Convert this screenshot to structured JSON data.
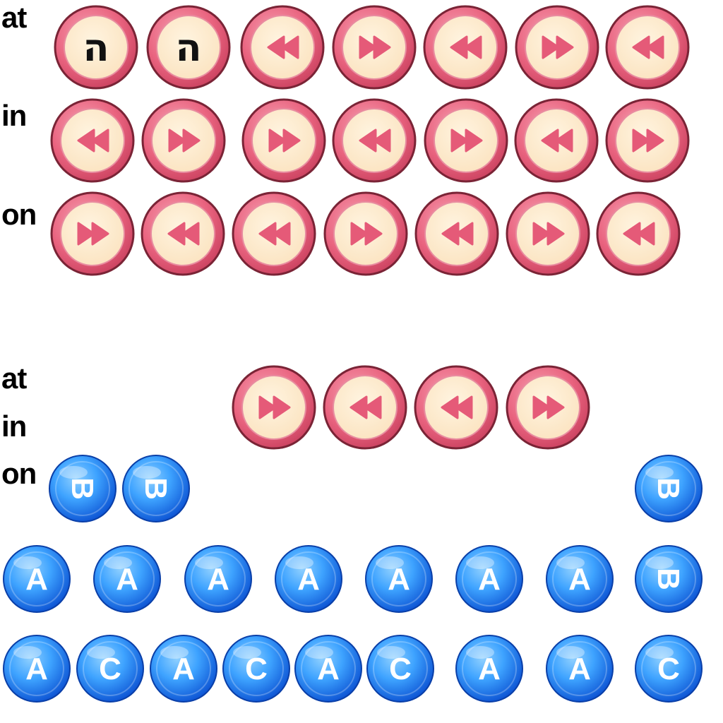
{
  "colors": {
    "pink_rim": "#e9637f",
    "pink_rim_dark": "#7a2436",
    "cream_face": "#fbe3c0",
    "pink_arrow": "#e55a78",
    "blue_light": "#3ea3ff",
    "blue_dark": "#0a4fd1",
    "glyph_white": "#ffffff",
    "glyph_black": "#111111"
  },
  "top_grid": {
    "row_labels": [
      "at",
      "in",
      "on"
    ],
    "rows": [
      [
        {
          "icon": "hebrew-letter-icon",
          "glyph": "ה"
        },
        {
          "icon": "hebrew-letter-icon",
          "glyph": "ה"
        },
        {
          "icon": "rewind-icon"
        },
        {
          "icon": "fast-forward-icon"
        },
        {
          "icon": "rewind-icon"
        },
        {
          "icon": "fast-forward-icon"
        },
        {
          "icon": "rewind-icon"
        }
      ],
      [
        {
          "icon": "rewind-icon"
        },
        {
          "icon": "fast-forward-icon"
        },
        {
          "icon": "fast-forward-icon"
        },
        {
          "icon": "rewind-icon"
        },
        {
          "icon": "fast-forward-icon"
        },
        {
          "icon": "rewind-icon"
        },
        {
          "icon": "fast-forward-icon"
        }
      ],
      [
        {
          "icon": "fast-forward-icon"
        },
        {
          "icon": "rewind-icon"
        },
        {
          "icon": "rewind-icon"
        },
        {
          "icon": "fast-forward-icon"
        },
        {
          "icon": "rewind-icon"
        },
        {
          "icon": "fast-forward-icon"
        },
        {
          "icon": "rewind-icon"
        }
      ]
    ]
  },
  "bottom_grid": {
    "row_labels": [
      "at",
      "in",
      "on"
    ],
    "pink_row": [
      {
        "icon": "fast-forward-icon"
      },
      {
        "icon": "rewind-icon"
      },
      {
        "icon": "rewind-icon"
      },
      {
        "icon": "fast-forward-icon"
      }
    ],
    "blue_rows": [
      [
        {
          "letter": "B",
          "rotated": true
        },
        {
          "letter": "B",
          "rotated": true
        },
        {
          "letter": "B",
          "rotated": true
        }
      ],
      [
        {
          "letter": "A"
        },
        {
          "letter": "A"
        },
        {
          "letter": "A"
        },
        {
          "letter": "A"
        },
        {
          "letter": "A"
        },
        {
          "letter": "A"
        },
        {
          "letter": "A"
        },
        {
          "letter": "B",
          "rotated": true
        }
      ],
      [
        {
          "letter": "A"
        },
        {
          "letter": "C"
        },
        {
          "letter": "A"
        },
        {
          "letter": "C"
        },
        {
          "letter": "A"
        },
        {
          "letter": "C"
        },
        {
          "letter": "A"
        },
        {
          "letter": "A"
        },
        {
          "letter": "C"
        }
      ]
    ]
  }
}
